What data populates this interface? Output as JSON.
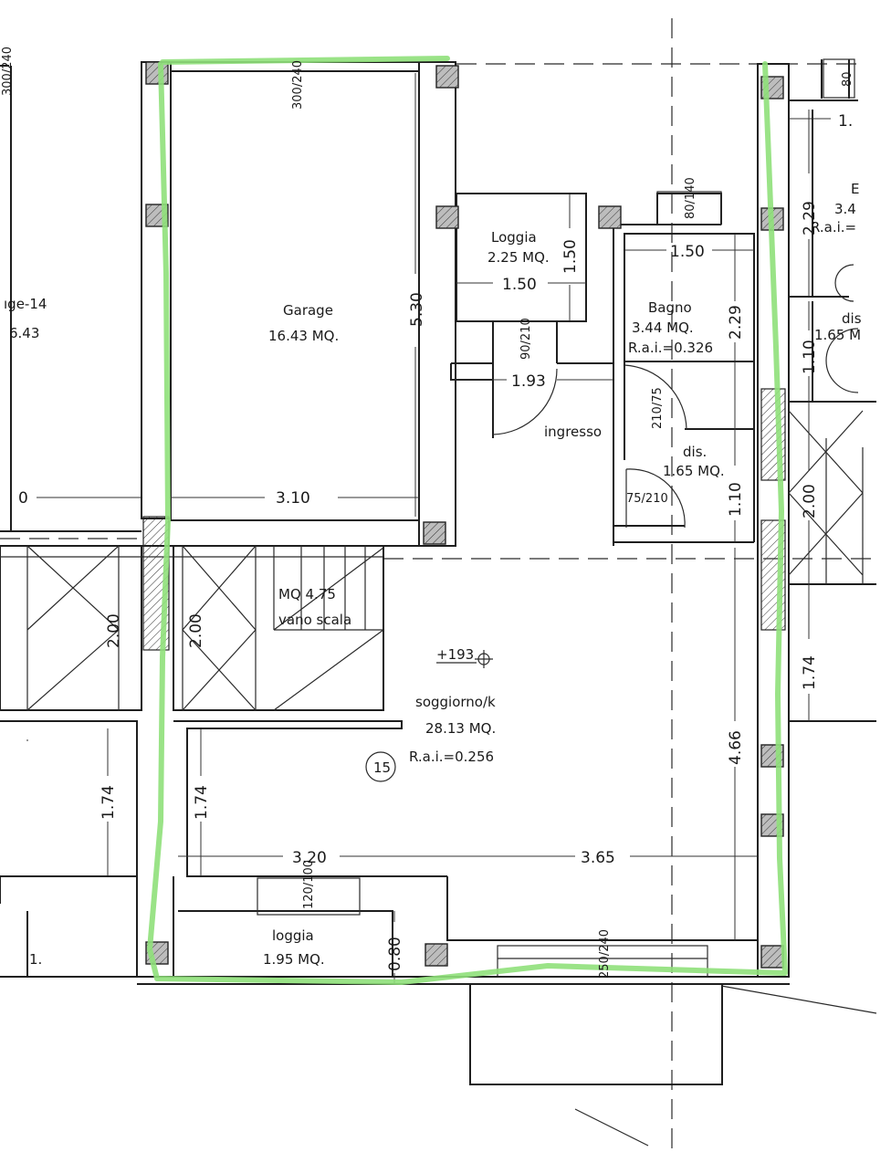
{
  "colors": {
    "ink": "#1e1e1e",
    "boundary_highlight": "#8fe07a",
    "pillar_fill": "#bdbdbd",
    "background": "#ffffff"
  },
  "rooms": {
    "garage_left": {
      "name": "ıge-14",
      "area": "6.43"
    },
    "garage": {
      "name": "Garage",
      "area": "16.43 MQ."
    },
    "loggia_top": {
      "name": "Loggia",
      "area": "2.25 MQ."
    },
    "bagno": {
      "name": "Bagno",
      "area": "3.44 MQ.",
      "rai": "R.a.i.=0.326"
    },
    "ingresso": {
      "name": "ingresso"
    },
    "dis": {
      "name": "dis.",
      "area": "1.65 MQ."
    },
    "stair": {
      "area": "MQ 4.75",
      "name": "vano scala"
    },
    "soggiorno": {
      "level": "+193",
      "name": "soggiorno/k",
      "area": "28.13 MQ.",
      "number": "15",
      "rai": "R.a.i.=0.256"
    },
    "loggia_bottom": {
      "name": "loggia",
      "area": "1.95 MQ."
    },
    "right_partial": {
      "name": "E",
      "area": "3.4",
      "rai": "R.a.i.="
    },
    "right_dis": {
      "name": "dis",
      "area": "1.65 M"
    }
  },
  "openings": {
    "garage_door": "300/240",
    "left_door": "300/240",
    "window_top": "80/140",
    "right_window": "80",
    "entry_door": "90/210",
    "bagno_door": "210/75",
    "dis_door": "75/210",
    "loggia_window": "120/100",
    "french_door": "250/240"
  },
  "dimensions": {
    "garage_height": "5.30",
    "garage_width": "3.10",
    "loggia_width": "1.50",
    "loggia_height": "1.50",
    "bagno_width": "1.50",
    "bagno_height": "2.29",
    "ingresso_width": "1.93",
    "dis_height": "1.10",
    "stair_left": "2.00",
    "stair_right": "2.00",
    "left_vertical": "1.74",
    "mid_vertical": "1.74",
    "liv_width_left": "3.20",
    "liv_width_right": "3.65",
    "liv_height": "4.66",
    "loggia_depth": "0.80",
    "left_edge": "0",
    "right_2_29": "2.29",
    "right_1_10": "1.10",
    "right_2_00": "2.00",
    "right_1_74": "1.74",
    "right_top": "1."
  },
  "misc": {
    "left_bottom_label": "1."
  }
}
